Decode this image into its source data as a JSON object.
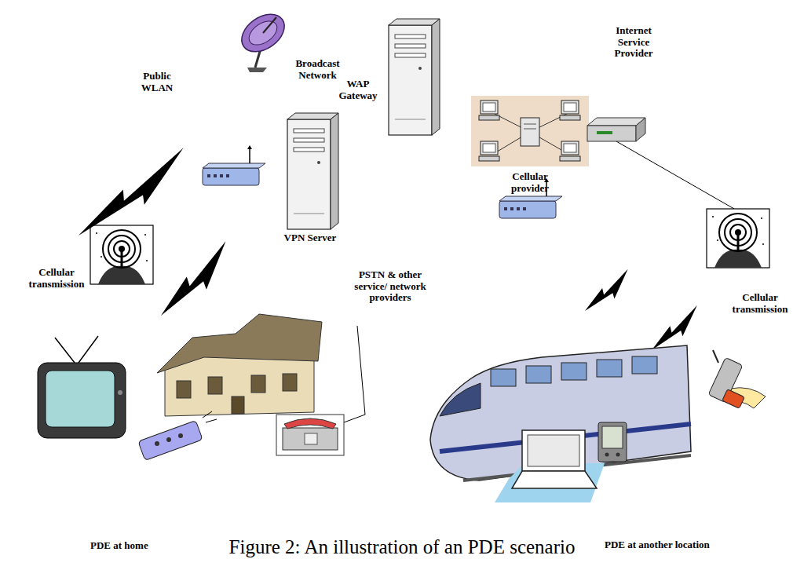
{
  "diagram": {
    "caption": "Figure 2: An illustration of an PDE scenario",
    "nodes": [
      {
        "text": [
          "Public WLAN"
        ]
      },
      {
        "text": [
          "Internet Service Provider"
        ]
      },
      {
        "text": [
          "PSTN & other service/ network providers"
        ]
      },
      {
        "text": [
          "PDE at home"
        ]
      },
      {
        "text": [
          "PDE at another location"
        ]
      }
    ],
    "edges": [
      {
        "from": 2,
        "to": 3,
        "arrow": "none"
      }
    ],
    "labels": [
      "Broadcast Network",
      "WAP Gateway",
      "VPN Server",
      "Cellular provider",
      "Cellular transmission",
      "Cellular transmission"
    ]
  }
}
